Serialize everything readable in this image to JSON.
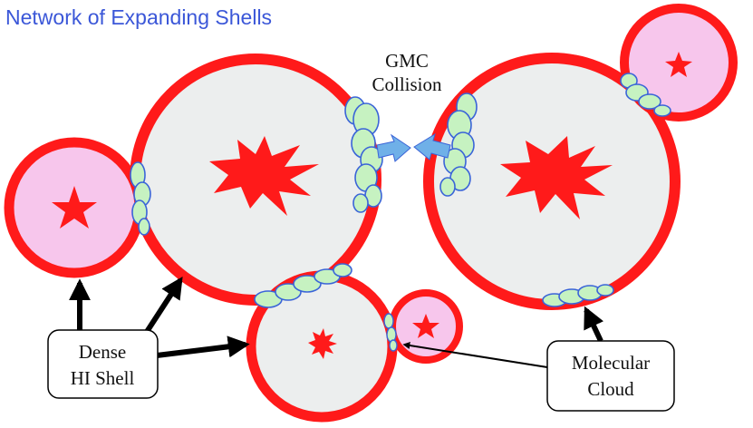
{
  "diagram": {
    "title": "Network of Expanding Shells",
    "labels": {
      "gmc_line1": "GMC",
      "gmc_line2": "Collision",
      "dense_line1": "Dense",
      "dense_line2": "HI Shell",
      "molecular_line1": "Molecular",
      "molecular_line2": "Cloud"
    },
    "colors": {
      "shell_ring": "#ff1a1a",
      "shell_interior_large": "#eceeee",
      "shell_interior_small": "#f7c6ec",
      "cloud_fill": "#c6f2c1",
      "cloud_outline": "#3a64d8",
      "collision_arrow": "#6fb0e8",
      "star_burst": "#ff1a1a",
      "title": "#3b57d8",
      "pointer_arrow": "#000000"
    },
    "icons": [
      "star-icon",
      "supernova-burst-icon",
      "molecular-cloud-icon",
      "arrow-icon"
    ]
  }
}
